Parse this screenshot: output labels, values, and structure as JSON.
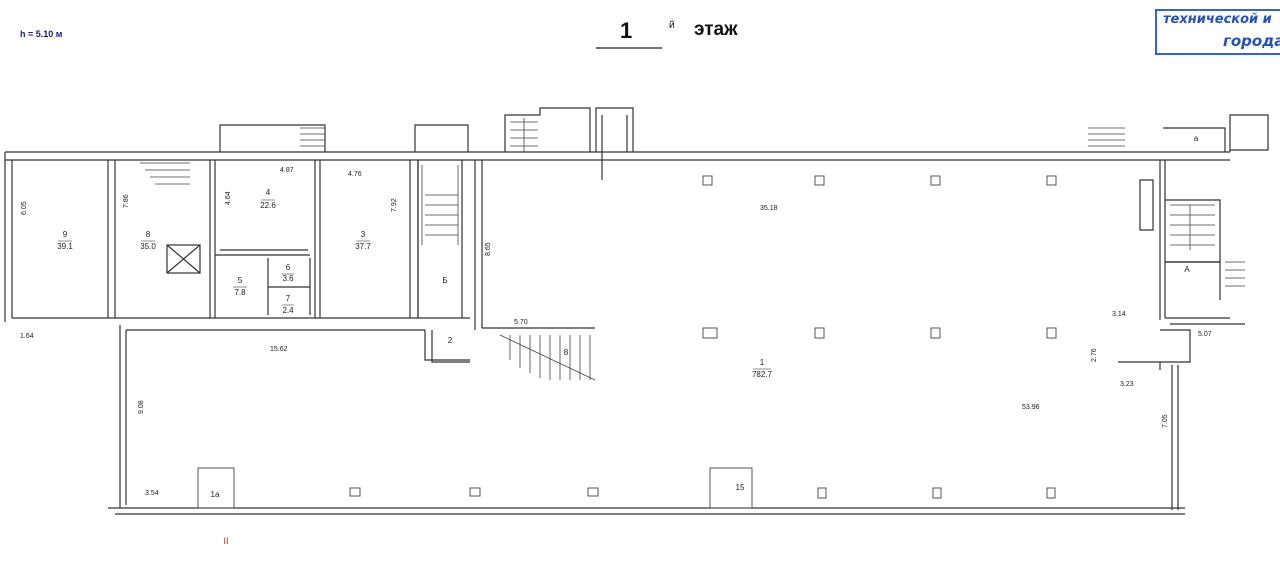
{
  "header": {
    "height_note": "h = 5.10 м",
    "floor_number": "1",
    "floor_superscript": "й",
    "floor_word": "этаж"
  },
  "stamp": {
    "line1": "технической и",
    "line2": "города"
  },
  "rooms": [
    {
      "id": "9",
      "area": "39.1"
    },
    {
      "id": "8",
      "area": "35.0"
    },
    {
      "id": "4",
      "area": "22.6"
    },
    {
      "id": "3",
      "area": "37.7"
    },
    {
      "id": "5",
      "area": "7.8"
    },
    {
      "id": "6",
      "area": "3.6"
    },
    {
      "id": "7",
      "area": "2.4"
    },
    {
      "id": "1",
      "area": "782.7"
    }
  ],
  "labels": {
    "stair_b": "Б",
    "stair_a": "А",
    "room_2": "2",
    "room_8_stair": "8",
    "room_1a": "1а",
    "room_15": "15",
    "section_mark": "II",
    "room_small_a": "а"
  },
  "dims": {
    "d_605": "6.05",
    "d_786": "7.86",
    "d_464": "4.64",
    "d_487": "4.87",
    "d_476": "4.76",
    "d_792": "7.92",
    "d_865": "8.65",
    "d_3518": "35.18",
    "d_570": "5.70",
    "d_1562": "15.62",
    "d_908": "9.08",
    "d_354": "3.54",
    "d_5396": "53.96",
    "d_314": "3.14",
    "d_507": "5.07",
    "d_276": "2.76",
    "d_323": "3.23",
    "d_705": "7.05",
    "d_164": "1.64"
  }
}
